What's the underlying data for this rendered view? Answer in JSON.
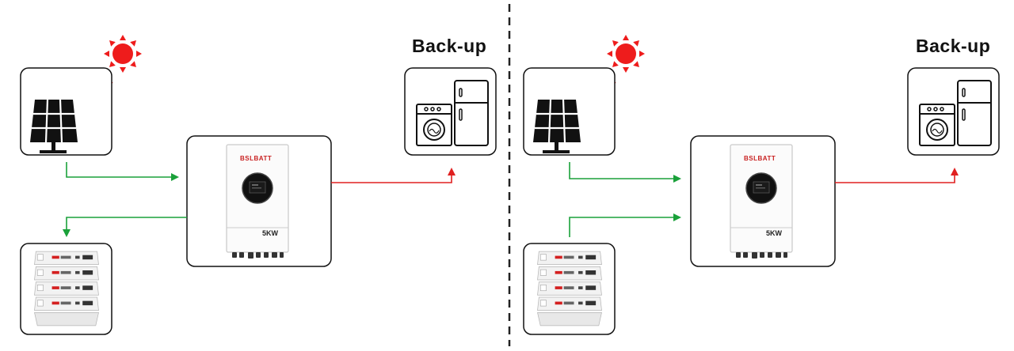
{
  "colors": {
    "charge_flow": "#1aa13a",
    "load_flow": "#e02020",
    "sun": "#ee1c1c",
    "box_border": "#111111",
    "divider": "#222222"
  },
  "icons": [
    "sun-icon",
    "solar-panel-icon",
    "inverter-icon",
    "battery-stack-icon",
    "washing-machine-icon",
    "refrigerator-icon"
  ],
  "inverter": {
    "brand": "BSLBATT",
    "rating": "5KW"
  },
  "panels": [
    {
      "backup_label": "Back-up",
      "mode": "solar charging battery, inverter supplying back-up loads"
    },
    {
      "backup_label": "Back-up",
      "mode": "solar and battery both feeding inverter, inverter supplying back-up loads"
    }
  ]
}
